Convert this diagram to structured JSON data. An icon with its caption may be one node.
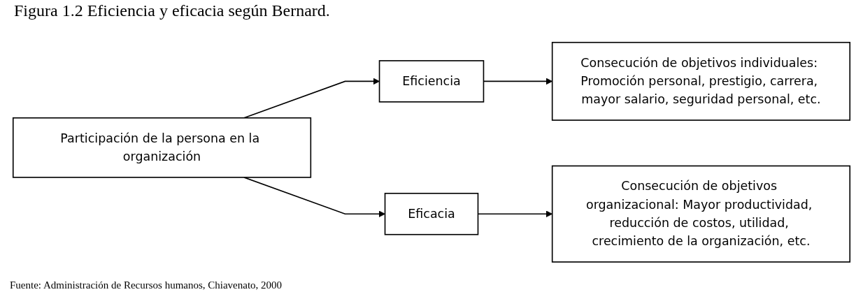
{
  "diagram": {
    "title": "Figura 1.2 Eficiencia y eficacia según Bernard.",
    "caption": "Fuente: Administración de Recursos humanos, Chiavenato, 2000",
    "nodes": [
      {
        "text": [
          "Participación de la persona en la organización"
        ]
      },
      {
        "text": [
          "Eficiencia"
        ]
      },
      {
        "text": [
          "Eficacia"
        ]
      },
      {
        "text": [
          "Consecución de objetivos individuales: Promoción personal, prestigio, carrera, mayor salario, seguridad personal, etc."
        ]
      },
      {
        "text": [
          "Consecución de objetivos organizacional: Mayor productividad, reducción de costos, utilidad, crecimiento de la organización, etc."
        ]
      }
    ],
    "edges": [
      {
        "from": 0,
        "to": 1,
        "arrow": "to"
      },
      {
        "from": 0,
        "to": 2,
        "arrow": "to"
      },
      {
        "from": 1,
        "to": 3,
        "arrow": "to"
      },
      {
        "from": 2,
        "to": 4,
        "arrow": "to"
      }
    ]
  }
}
